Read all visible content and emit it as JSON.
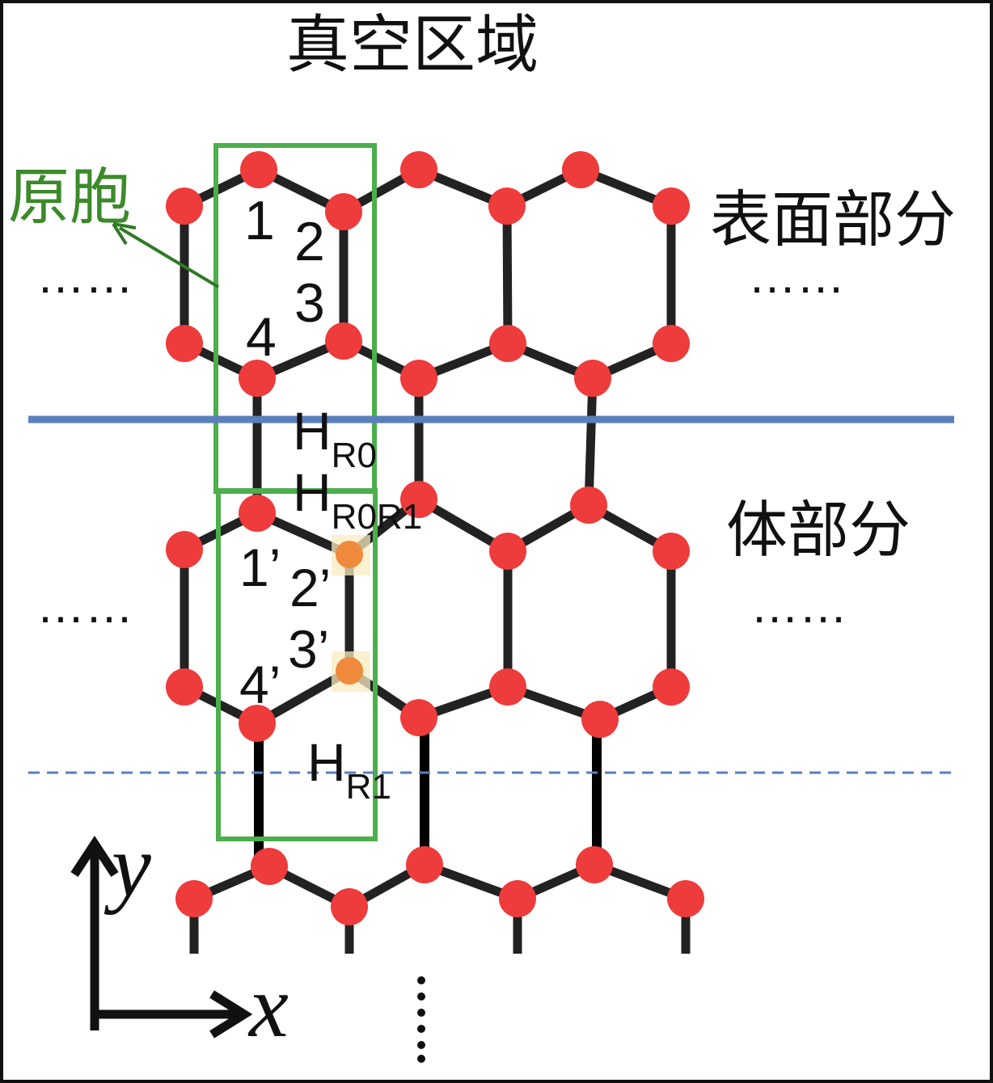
{
  "labels": {
    "vacuum": "真空区域",
    "unit_cell": "原胞",
    "surface": "表面部分",
    "bulk": "体部分",
    "ellipsis": "……",
    "vdots": "⋮"
  },
  "atoms_top": [
    "1",
    "2",
    "3",
    "4"
  ],
  "atoms_bulk": [
    "1’",
    "2’",
    "3’",
    "4’"
  ],
  "hamiltonians": {
    "h_r0": {
      "base": "H",
      "sub": "R0"
    },
    "h_r0r1": {
      "base": "H",
      "sub": "R0R1"
    },
    "h_r1": {
      "base": "H",
      "sub": "R1"
    }
  },
  "axes": {
    "x": "x",
    "y": "y"
  },
  "colors": {
    "atom": "#ee3b3b",
    "atom_highlight": "#f08a3c",
    "bond": "#222222",
    "cell_box": "#4cae4c",
    "boundary_line": "#5b7fbd",
    "unit_cell_text": "#3c8a2a",
    "arrow": "#2f7a25"
  }
}
